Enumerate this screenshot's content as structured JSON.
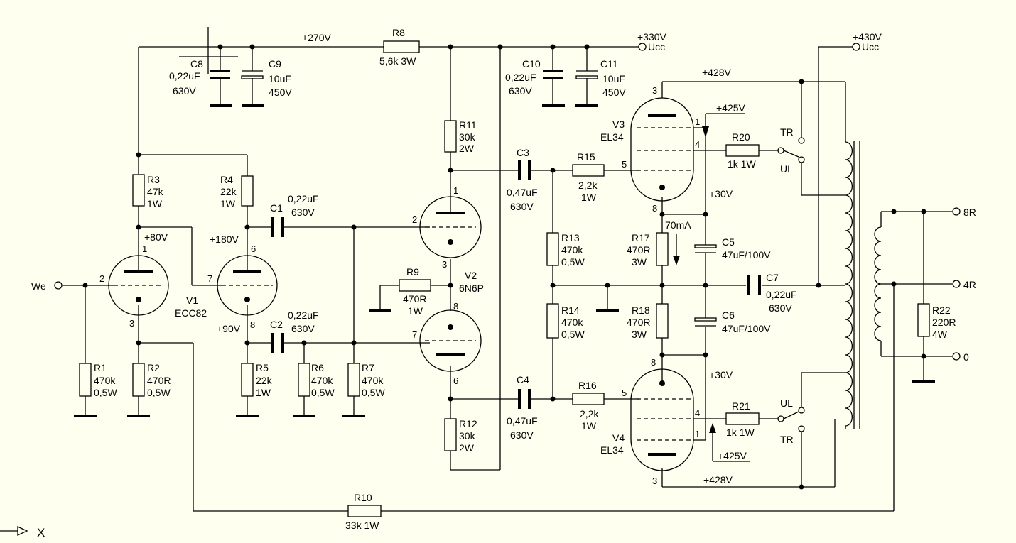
{
  "labels": {
    "v270": "+270V",
    "v330": "+330V",
    "ucc1": "Ucc",
    "v430": "+430V",
    "ucc2": "Ucc",
    "v428a": "+428V",
    "v425a": "+425V",
    "v80": "+80V",
    "v180": "+180V",
    "v90": "+90V",
    "v30a": "+30V",
    "ma70": "70mA",
    "v30b": "+30V",
    "v425b": "+425V",
    "v428b": "+428V",
    "we": "We",
    "out8": "8R",
    "out4": "4R",
    "out0": "0",
    "tr1": "TR",
    "ul1": "UL",
    "ul2": "UL",
    "tr2": "TR",
    "xaxis": "X"
  },
  "components": {
    "R8": {
      "name": "R8",
      "v1": "5,6k 3W"
    },
    "C8": {
      "name": "C8",
      "v1": "0,22uF",
      "v2": "630V"
    },
    "C9": {
      "name": "C9",
      "v1": "10uF",
      "v2": "450V"
    },
    "C10": {
      "name": "C10",
      "v1": "0,22uF",
      "v2": "630V"
    },
    "C11": {
      "name": "C11",
      "v1": "10uF",
      "v2": "450V"
    },
    "R11": {
      "name": "R11",
      "v1": "30k",
      "v2": "2W"
    },
    "R3": {
      "name": "R3",
      "v1": "47k",
      "v2": "1W"
    },
    "R4": {
      "name": "R4",
      "v1": "22k",
      "v2": "1W"
    },
    "C1": {
      "name": "C1",
      "v1": "0,22uF",
      "v2": "630V"
    },
    "C3": {
      "name": "C3",
      "v1": "0,47uF",
      "v2": "630V"
    },
    "R15": {
      "name": "R15",
      "v1": "2,2k",
      "v2": "1W"
    },
    "V3": {
      "name": "V3",
      "v1": "EL34"
    },
    "R20": {
      "name": "R20",
      "v1": "1k 1W"
    },
    "V1": {
      "name": "V1",
      "v1": "ECC82"
    },
    "V2": {
      "name": "V2",
      "v1": "6N6P"
    },
    "R9": {
      "name": "R9",
      "v1": "470R",
      "v2": "1W"
    },
    "R13": {
      "name": "R13",
      "v1": "470k",
      "v2": "0,5W"
    },
    "R17": {
      "name": "R17",
      "v1": "470R",
      "v2": "3W"
    },
    "C5": {
      "name": "C5",
      "v1": "47uF/100V"
    },
    "C7": {
      "name": "C7",
      "v1": "0,22uF",
      "v2": "630V"
    },
    "R14": {
      "name": "R14",
      "v1": "470k",
      "v2": "0,5W"
    },
    "R18": {
      "name": "R18",
      "v1": "470R",
      "v2": "3W"
    },
    "C6": {
      "name": "C6",
      "v1": "47uF/100V"
    },
    "C2": {
      "name": "C2",
      "v1": "0,22uF",
      "v2": "630V"
    },
    "R1": {
      "name": "R1",
      "v1": "470k",
      "v2": "0,5W"
    },
    "R2": {
      "name": "R2",
      "v1": "470R",
      "v2": "0,5W"
    },
    "R5": {
      "name": "R5",
      "v1": "22k",
      "v2": "1W"
    },
    "R6": {
      "name": "R6",
      "v1": "470k",
      "v2": "0,5W"
    },
    "R7": {
      "name": "R7",
      "v1": "470k",
      "v2": "0,5W"
    },
    "R22": {
      "name": "R22",
      "v1": "220R",
      "v2": "4W"
    },
    "C4": {
      "name": "C4",
      "v1": "0,47uF",
      "v2": "630V"
    },
    "R16": {
      "name": "R16",
      "v1": "2,2k",
      "v2": "1W"
    },
    "R12": {
      "name": "R12",
      "v1": "30k",
      "v2": "2W"
    },
    "R21": {
      "name": "R21",
      "v1": "1k 1W"
    },
    "V4": {
      "name": "V4",
      "v1": "EL34"
    },
    "R10": {
      "name": "R10",
      "v1": "33k 1W"
    }
  },
  "pins": {
    "v3_3": "3",
    "v3_1": "1",
    "v3_4": "4",
    "v3_5": "5",
    "v3_8": "8",
    "v1_1": "1",
    "v1_2": "2",
    "v1_3": "3",
    "v1_6": "6",
    "v1_7": "7",
    "v1_8": "8",
    "v2_1": "1",
    "v2_2": "2",
    "v2_3": "3",
    "v2_8": "8",
    "v2_7": "7",
    "v2_6": "6",
    "v4_8": "8",
    "v4_5": "5",
    "v4_4": "4",
    "v4_1": "1",
    "v4_3": "3"
  }
}
